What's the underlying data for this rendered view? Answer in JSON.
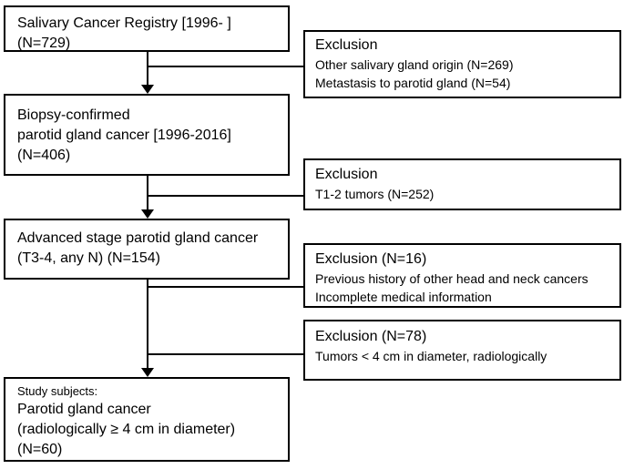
{
  "diagram": {
    "background_color": "#ffffff",
    "line_color": "#000000",
    "main_boxes": [
      {
        "id": "registry",
        "lines": [
          "Salivary Cancer Registry [1996- ]",
          "(N=729)"
        ]
      },
      {
        "id": "biopsy_confirmed",
        "lines": [
          "Biopsy-confirmed",
          "parotid gland cancer [1996-2016]",
          "(N=406)"
        ]
      },
      {
        "id": "advanced_stage",
        "lines": [
          "Advanced stage parotid gland cancer",
          "(T3-4, any N) (N=154)"
        ]
      },
      {
        "id": "study_subjects",
        "small_line": "Study subjects:",
        "lines": [
          "Parotid gland cancer",
          "(radiologically ≥ 4 cm in diameter)",
          "(N=60)"
        ]
      }
    ],
    "exclusion_boxes": [
      {
        "title": "Exclusion",
        "items": [
          "Other salivary gland origin (N=269)",
          "Metastasis to parotid gland (N=54)"
        ]
      },
      {
        "title": "Exclusion",
        "items": [
          "T1-2 tumors (N=252)"
        ]
      },
      {
        "title": "Exclusion (N=16)",
        "items": [
          "Previous history of other head and neck cancers",
          "Incomplete medical information"
        ]
      },
      {
        "title": "Exclusion (N=78)",
        "items": [
          "Tumors < 4 cm in diameter, radiologically"
        ]
      }
    ]
  }
}
